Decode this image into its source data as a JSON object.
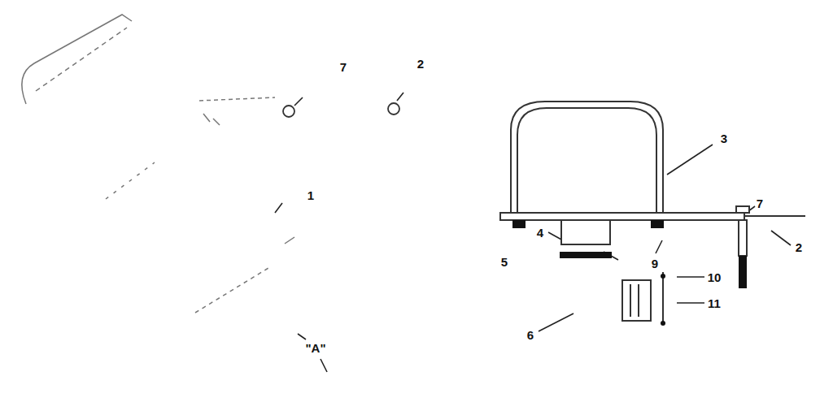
{
  "diagram": {
    "labels": [
      "7",
      "2",
      "1",
      "\"A\"",
      "3",
      "7",
      "4",
      "5",
      "9",
      "2",
      "10",
      "11",
      "6"
    ]
  }
}
